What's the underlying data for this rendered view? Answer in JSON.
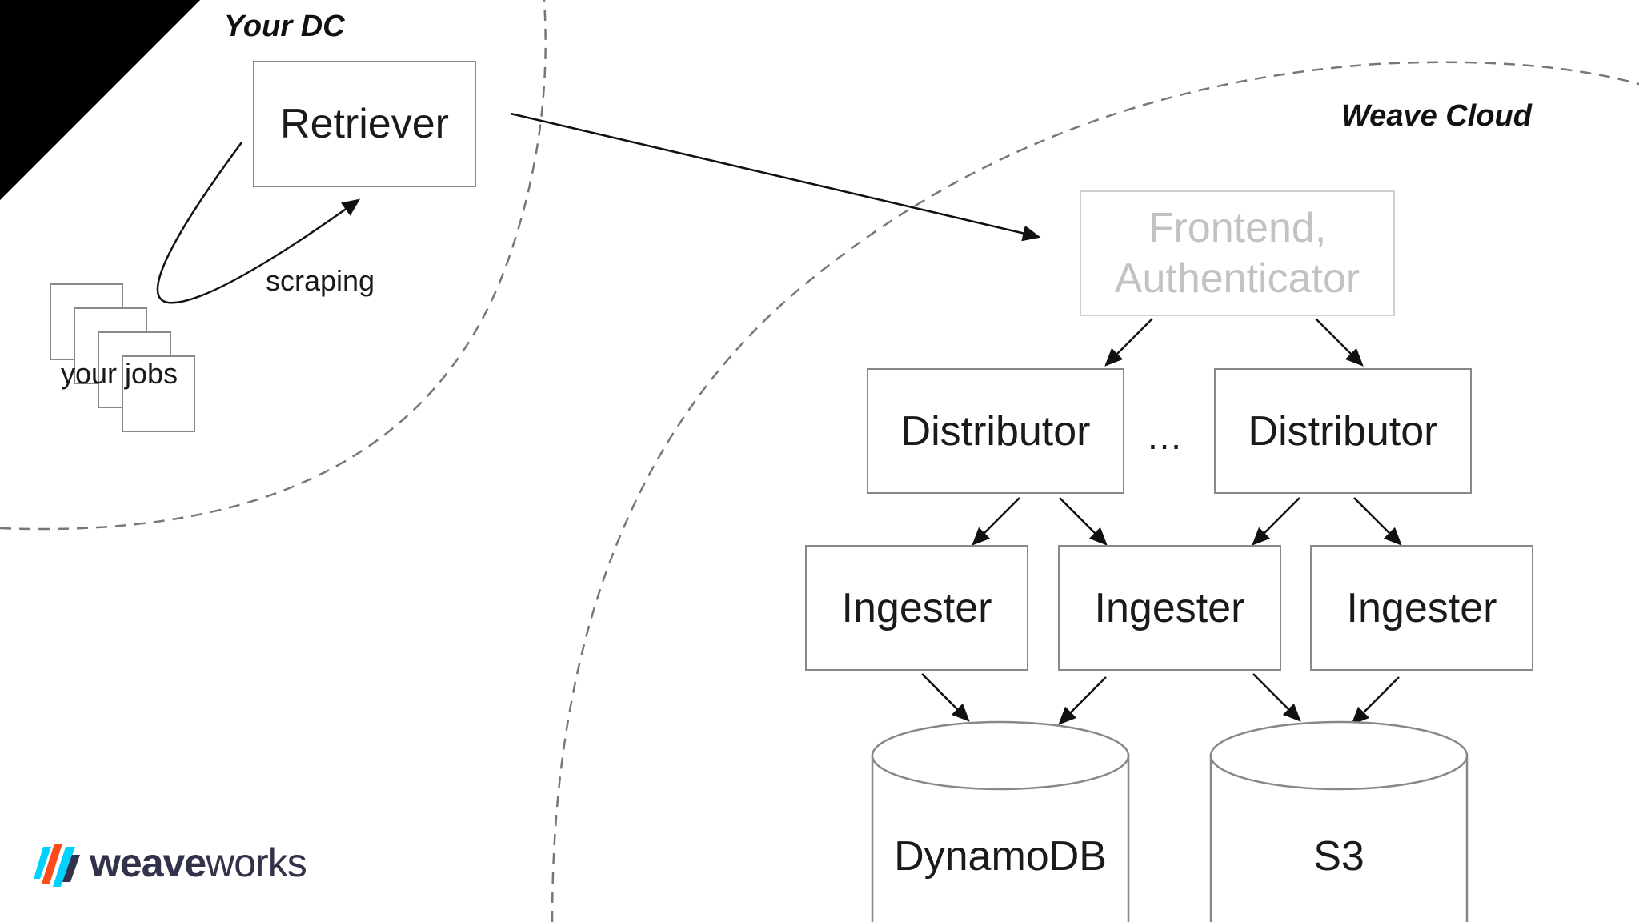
{
  "regions": {
    "your_dc": "Your DC",
    "weave_cloud": "Weave Cloud"
  },
  "nodes": {
    "retriever": "Retriever",
    "scraping": "scraping",
    "your_jobs": "your jobs",
    "frontend": "Frontend, Authenticator",
    "distributor_1": "Distributor",
    "ellipsis": "…",
    "distributor_2": "Distributor",
    "ingester_1": "Ingester",
    "ingester_2": "Ingester",
    "ingester_3": "Ingester",
    "dynamodb": "DynamoDB",
    "s3": "S3"
  },
  "logo": {
    "weave": "weave",
    "works": "works"
  }
}
